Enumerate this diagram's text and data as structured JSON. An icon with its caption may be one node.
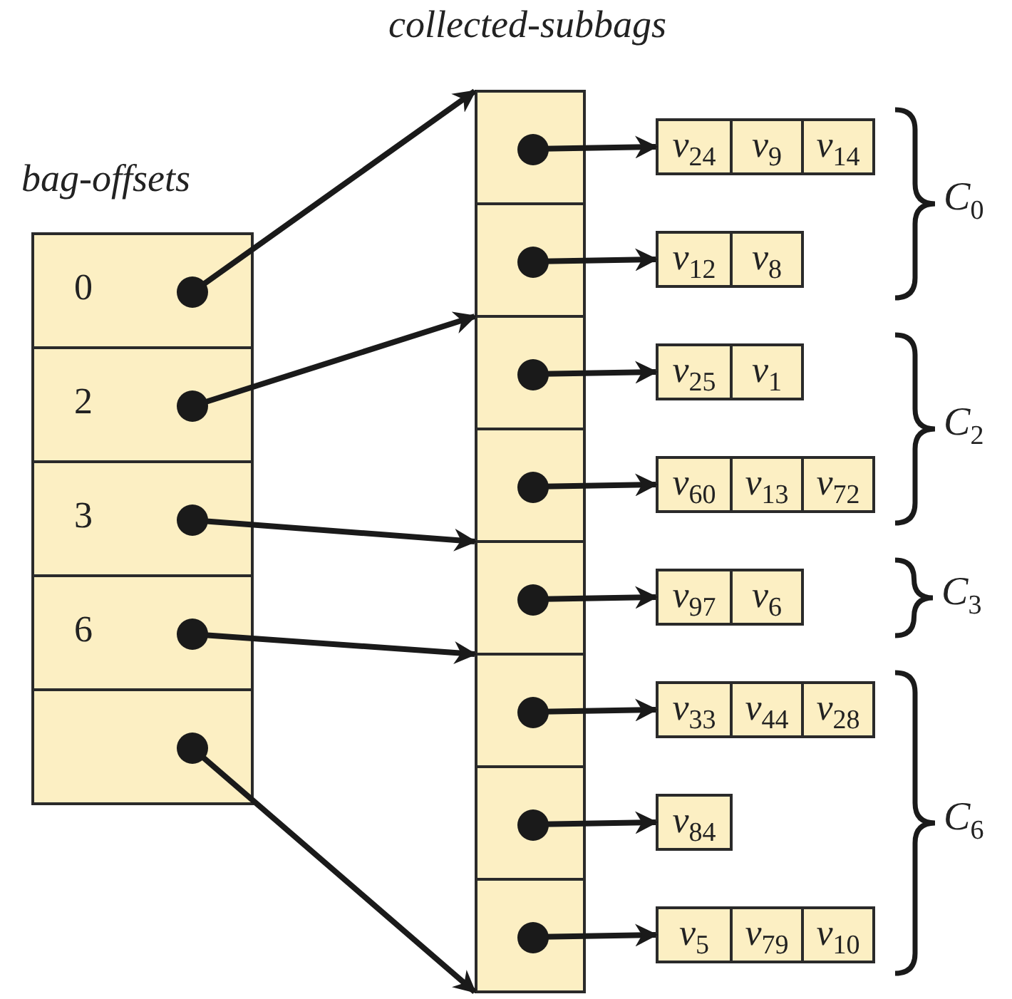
{
  "diagram": {
    "nodes": [
      {
        "text": [
          "bag-offsets"
        ]
      },
      {
        "text": [
          "0"
        ],
        "in": 0
      },
      {
        "text": [
          "2"
        ],
        "in": 0
      },
      {
        "text": [
          "3"
        ],
        "in": 0
      },
      {
        "text": [
          "6"
        ],
        "in": 0
      },
      {
        "text": [],
        "shape": "box",
        "in": 0
      },
      {
        "text": [
          "collected-subbags"
        ]
      },
      {
        "text": [],
        "shape": "box",
        "in": 6
      },
      {
        "text": [],
        "shape": "box",
        "in": 6
      },
      {
        "text": [],
        "shape": "box",
        "in": 6
      },
      {
        "text": [],
        "shape": "box",
        "in": 6
      },
      {
        "text": [],
        "shape": "box",
        "in": 6
      },
      {
        "text": [],
        "shape": "box",
        "in": 6
      },
      {
        "text": [],
        "shape": "box",
        "in": 6
      },
      {
        "text": [],
        "shape": "box",
        "in": 6
      },
      {
        "text": [
          "*v*$_{24}$",
          "*v*$_{9}$",
          "*v*$_{14}$"
        ]
      },
      {
        "text": [
          "*v*$_{12}$",
          "*v*$_{8}$"
        ]
      },
      {
        "text": [
          "*v*$_{25}$",
          "*v*$_{1}$"
        ]
      },
      {
        "text": [
          "*v*$_{60}$",
          "*v*$_{13}$",
          "*v*$_{72}$"
        ]
      },
      {
        "text": [
          "*v*$_{97}$",
          "*v*$_{6}$"
        ]
      },
      {
        "text": [
          "*v*$_{33}$",
          "*v*$_{44}$",
          "*v*$_{28}$"
        ]
      },
      {
        "text": [
          "*v*$_{84}$"
        ]
      },
      {
        "text": [
          "*v*$_{5}$",
          "*v*$_{79}$",
          "*v*$_{10}$"
        ]
      }
    ],
    "edges": [
      {
        "from": 1,
        "to": 7,
        "arrow": "to"
      },
      {
        "from": 2,
        "to": 9,
        "arrow": "to"
      },
      {
        "from": 3,
        "to": 11,
        "arrow": "to"
      },
      {
        "from": 4,
        "to": 12,
        "arrow": "to"
      },
      {
        "from": 5,
        "to": 14,
        "arrow": "to"
      },
      {
        "from": 7,
        "to": 15,
        "arrow": "to"
      },
      {
        "from": 8,
        "to": 16,
        "arrow": "to"
      },
      {
        "from": 9,
        "to": 17,
        "arrow": "to"
      },
      {
        "from": 10,
        "to": 18,
        "arrow": "to"
      },
      {
        "from": 11,
        "to": 19,
        "arrow": "to"
      },
      {
        "from": 12,
        "to": 20,
        "arrow": "to"
      },
      {
        "from": 13,
        "to": 21,
        "arrow": "to"
      },
      {
        "from": 14,
        "to": 22,
        "arrow": "to"
      }
    ],
    "labels": [
      "*C*$_{0}$",
      "*C*$_{2}$",
      "*C*$_{3}$",
      "*C*$_{6}$"
    ]
  }
}
